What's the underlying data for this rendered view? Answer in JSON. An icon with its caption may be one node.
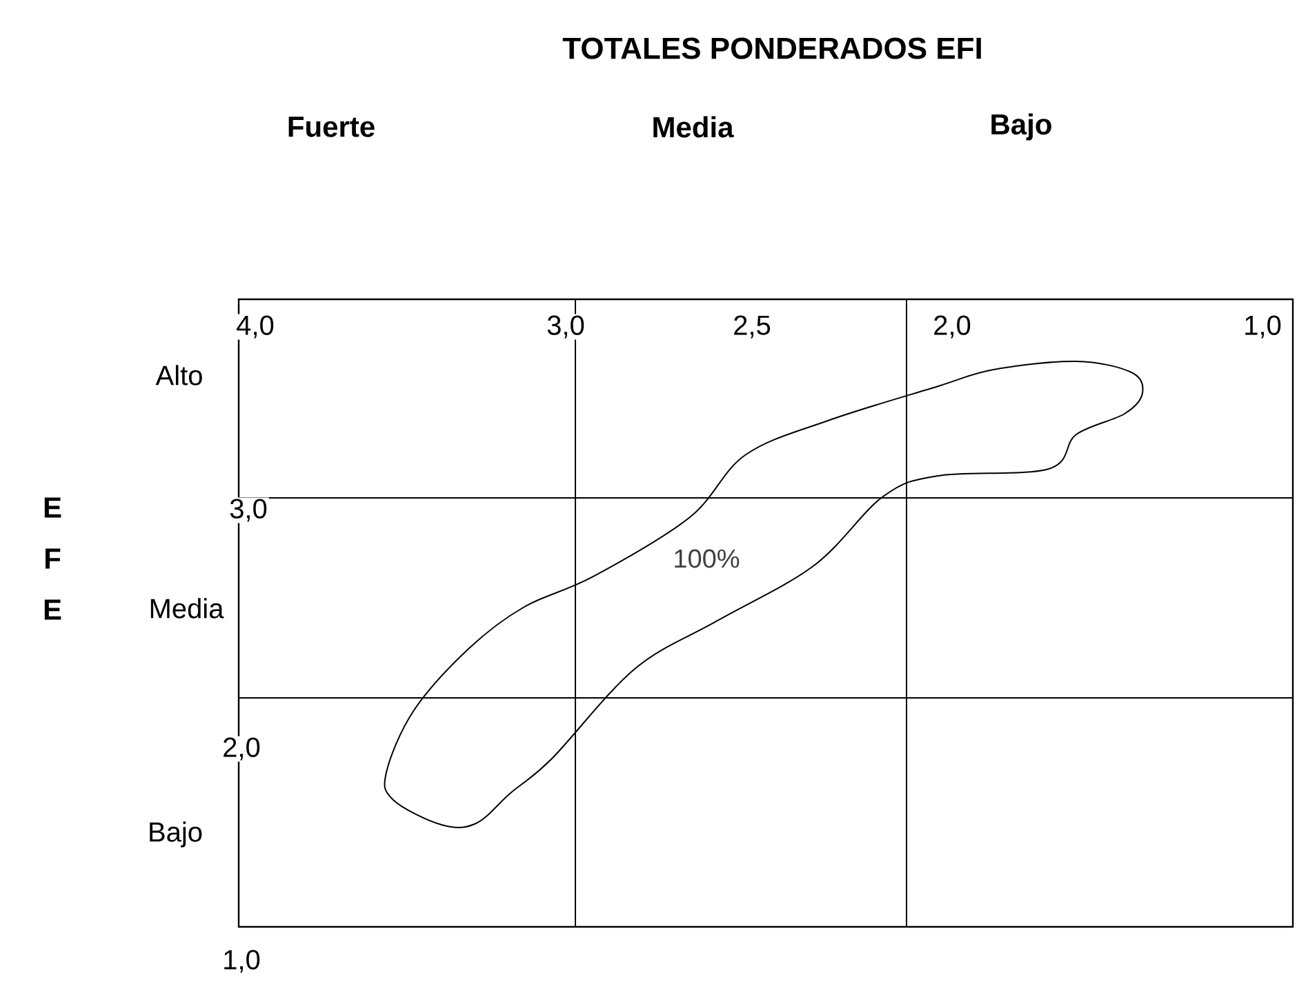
{
  "diagram": {
    "title": "TOTALES PONDERADOS EFI",
    "nodes": [
      {
        "text": [
          "100%"
        ]
      }
    ],
    "labels": [
      "Fuerte",
      "Media",
      "Bajo",
      "4,0",
      "3,0",
      "2,5",
      "2,0",
      "1,0",
      "Alto",
      "3,0",
      "E F E",
      "Media",
      "2,0",
      "Bajo",
      "1,0"
    ]
  }
}
